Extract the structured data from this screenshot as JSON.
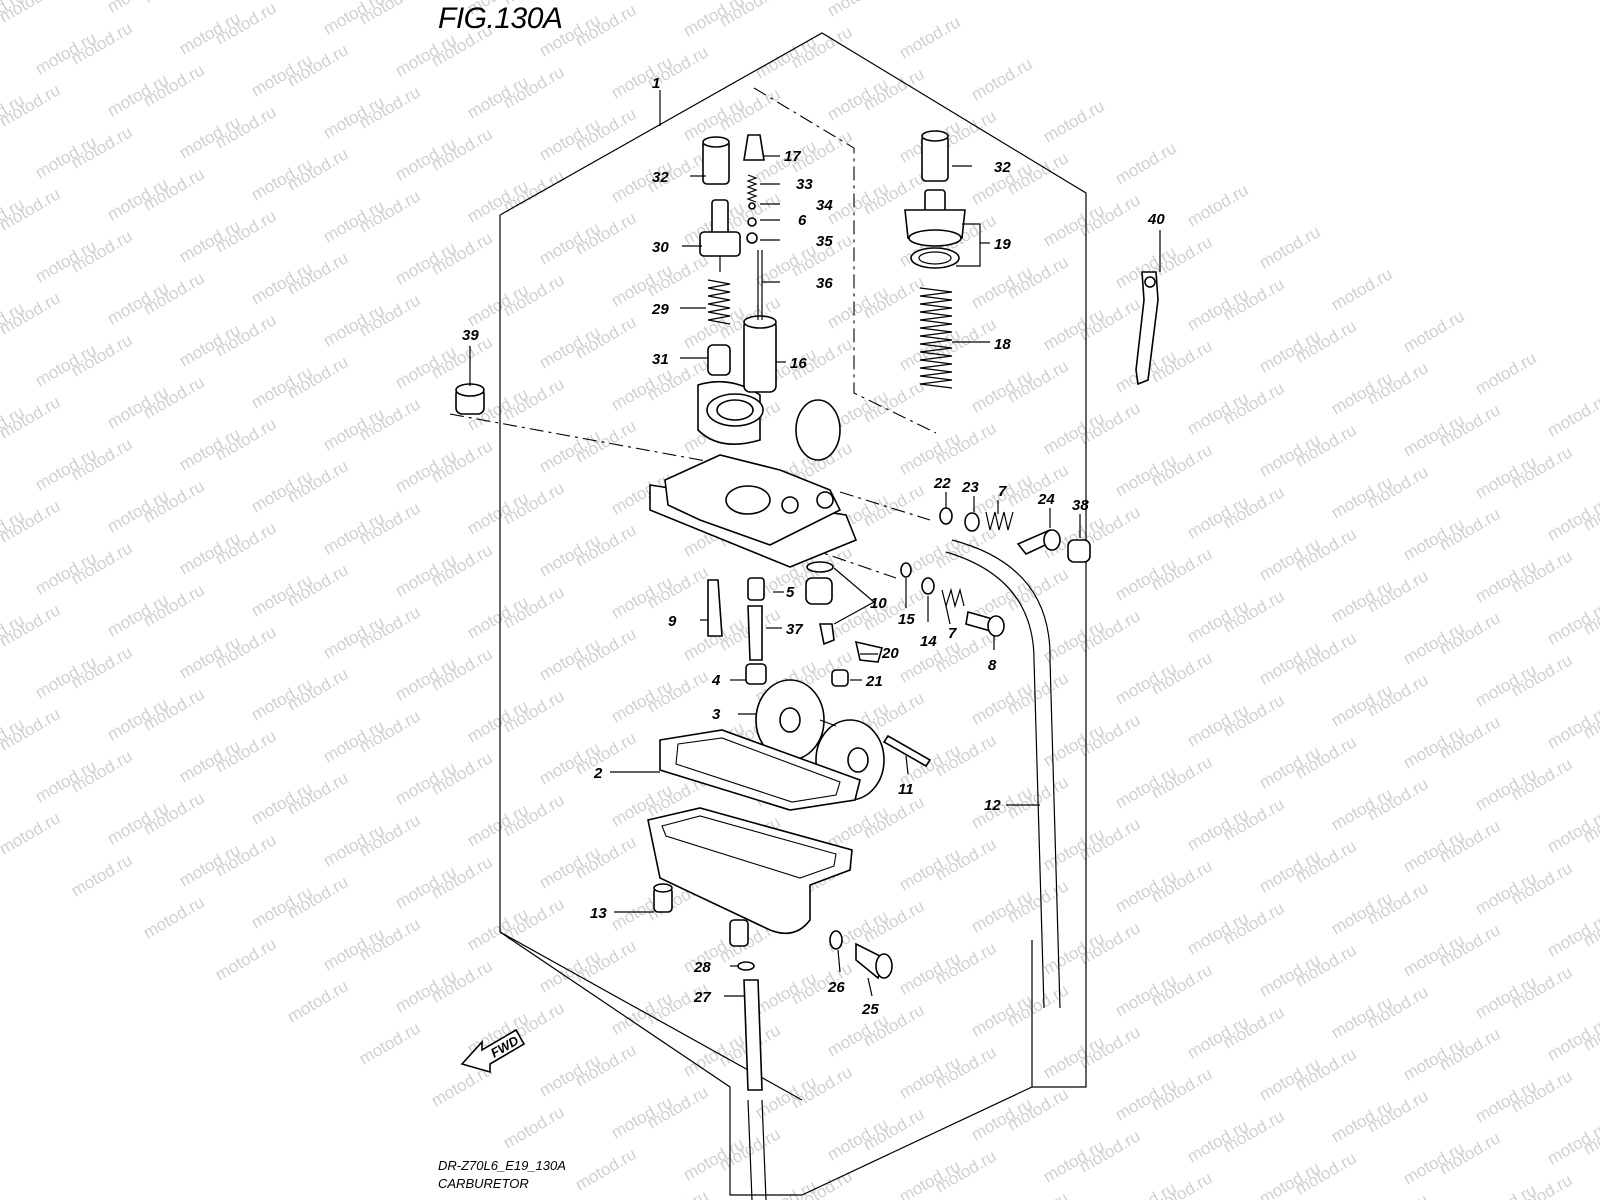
{
  "figure": {
    "title": "FIG.130A",
    "footer_code": "DR-Z70L6_E19_130A",
    "footer_name": "CARBURETOR",
    "watermark": "motod.ru",
    "fwd_label": "FWD"
  },
  "parts": [
    {
      "id": "p1",
      "label": "1"
    },
    {
      "id": "p2",
      "label": "2"
    },
    {
      "id": "p3",
      "label": "3"
    },
    {
      "id": "p4",
      "label": "4"
    },
    {
      "id": "p5",
      "label": "5"
    },
    {
      "id": "p6",
      "label": "6"
    },
    {
      "id": "p7a",
      "label": "7"
    },
    {
      "id": "p7b",
      "label": "7"
    },
    {
      "id": "p8",
      "label": "8"
    },
    {
      "id": "p9",
      "label": "9"
    },
    {
      "id": "p10",
      "label": "10"
    },
    {
      "id": "p11",
      "label": "11"
    },
    {
      "id": "p12",
      "label": "12"
    },
    {
      "id": "p13",
      "label": "13"
    },
    {
      "id": "p14",
      "label": "14"
    },
    {
      "id": "p15",
      "label": "15"
    },
    {
      "id": "p16",
      "label": "16"
    },
    {
      "id": "p17",
      "label": "17"
    },
    {
      "id": "p18",
      "label": "18"
    },
    {
      "id": "p19",
      "label": "19"
    },
    {
      "id": "p20",
      "label": "20"
    },
    {
      "id": "p21",
      "label": "21"
    },
    {
      "id": "p22",
      "label": "22"
    },
    {
      "id": "p23",
      "label": "23"
    },
    {
      "id": "p24",
      "label": "24"
    },
    {
      "id": "p25",
      "label": "25"
    },
    {
      "id": "p26",
      "label": "26"
    },
    {
      "id": "p27",
      "label": "27"
    },
    {
      "id": "p28",
      "label": "28"
    },
    {
      "id": "p29",
      "label": "29"
    },
    {
      "id": "p30",
      "label": "30"
    },
    {
      "id": "p31",
      "label": "31"
    },
    {
      "id": "p32a",
      "label": "32"
    },
    {
      "id": "p32b",
      "label": "32"
    },
    {
      "id": "p33",
      "label": "33"
    },
    {
      "id": "p34",
      "label": "34"
    },
    {
      "id": "p35",
      "label": "35"
    },
    {
      "id": "p36",
      "label": "36"
    },
    {
      "id": "p37",
      "label": "37"
    },
    {
      "id": "p38",
      "label": "38"
    },
    {
      "id": "p39",
      "label": "39"
    },
    {
      "id": "p40",
      "label": "40"
    }
  ]
}
